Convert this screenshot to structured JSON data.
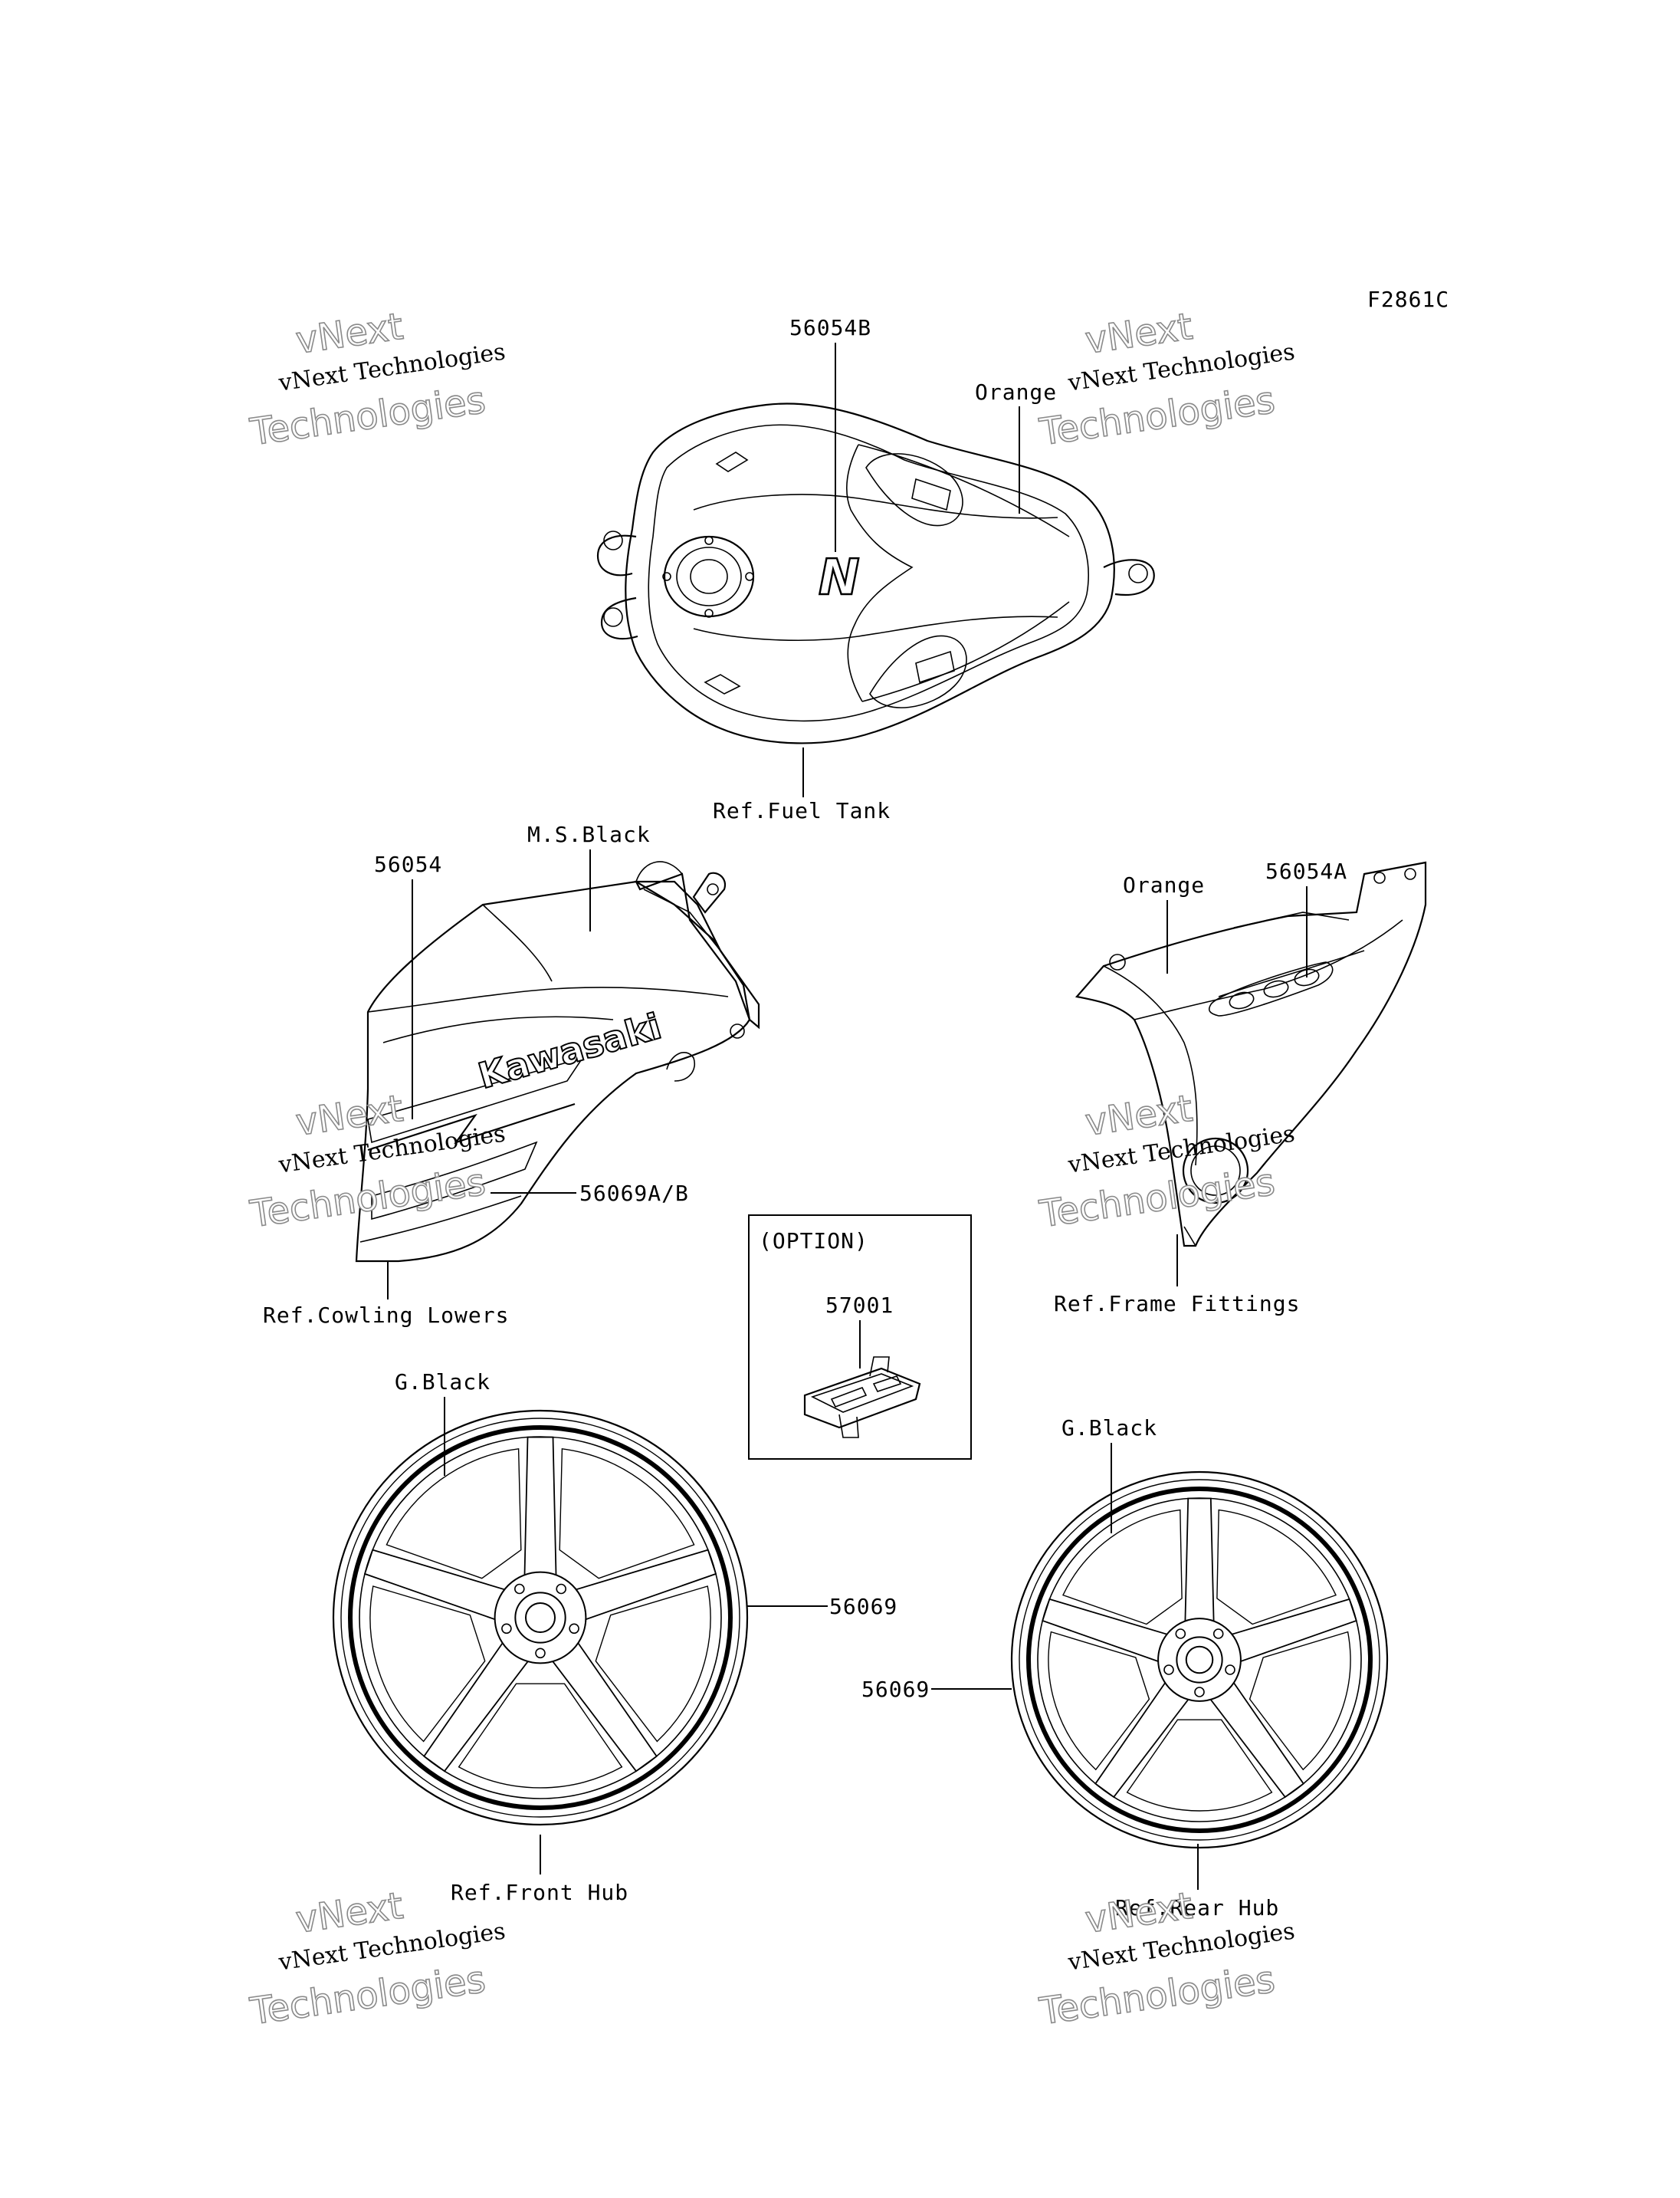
{
  "figure_code": "F2861C",
  "watermark": {
    "line1": "vNext",
    "line2": "vNext Technologies",
    "line3": "Technologies"
  },
  "callouts": {
    "tank_part": "56054B",
    "tank_color": "Orange",
    "tank_ref": "Ref.Fuel Tank",
    "left_color": "M.S.Black",
    "left_part": "56054",
    "left_part_b": "56069A/B",
    "left_ref": "Ref.Cowling Lowers",
    "right_part": "56054A",
    "right_color": "Orange",
    "right_ref": "Ref.Frame Fittings",
    "option_title": "(OPTION)",
    "option_part": "57001",
    "front_color": "G.Black",
    "front_part": "56069",
    "front_ref": "Ref.Front Hub",
    "rear_color": "G.Black",
    "rear_part": "56069",
    "rear_ref": "Ref.Rear Hub"
  },
  "decal_text": {
    "brand": "Kawasaki",
    "tank_logo": "N"
  }
}
